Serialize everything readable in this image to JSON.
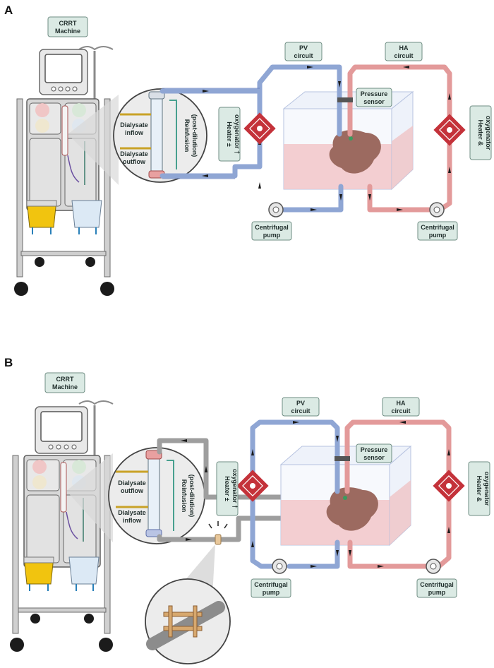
{
  "panels": [
    {
      "letter": "A",
      "machine_label": [
        "CRRT",
        "Machine"
      ],
      "pv_label": [
        "PV",
        "circuit"
      ],
      "ha_label": [
        "HA",
        "circuit"
      ],
      "pressure_label": [
        "Pressure",
        "sensor"
      ],
      "heater_left": [
        "Heater ±",
        "oxygenator †"
      ],
      "heater_right": [
        "Heater &",
        "oxygenator"
      ],
      "pump_left": [
        "Centrifugal",
        "pump"
      ],
      "pump_right": [
        "Centrifugal",
        "pump"
      ],
      "zoom_top": [
        "Dialysate",
        "inflow"
      ],
      "zoom_bottom": [
        "Dialysate",
        "outflow"
      ],
      "reinfusion": [
        "Reinfusion",
        "(post-dilution)"
      ]
    },
    {
      "letter": "B",
      "machine_label": [
        "CRRT",
        "Machine"
      ],
      "pv_label": [
        "PV",
        "circuit"
      ],
      "ha_label": [
        "HA",
        "circuit"
      ],
      "pressure_label": [
        "Pressure",
        "sensor"
      ],
      "heater_left": [
        "Heater ±",
        "oxygenator †"
      ],
      "heater_right": [
        "Heater &",
        "oxygenator"
      ],
      "pump_left": [
        "Centrifugal",
        "pump"
      ],
      "pump_right": [
        "Centrifugal",
        "pump"
      ],
      "zoom_top": [
        "Dialysate",
        "outflow"
      ],
      "zoom_bottom": [
        "Dialysate",
        "inflow"
      ],
      "reinfusion": [
        "Reinfusion",
        "(post-dilution)"
      ]
    }
  ],
  "colors": {
    "pv_tube": "#8fa6d4",
    "ha_tube": "#e39a9a",
    "grey_tube": "#9e9e9e",
    "heater": "#c4323a",
    "tag_fill": "#dbeae4"
  }
}
